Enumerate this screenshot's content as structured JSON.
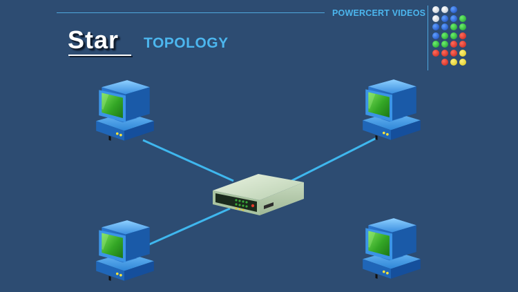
{
  "brand": {
    "label": "POWERCERT VIDEOS"
  },
  "title": {
    "word": "Star",
    "subtitle": "TOPOLOGY"
  },
  "colors": {
    "background": "#2d4c72",
    "accent": "#4cb6ee",
    "cable": "#3fb7ee",
    "computer_blue": "#2f86d8",
    "screen_green": "#3db52c",
    "hub_body": "#cfe0c7"
  },
  "dot_matrix": {
    "rows": [
      [
        "white",
        "white",
        "blue",
        "none"
      ],
      [
        "white",
        "blue",
        "blue",
        "green"
      ],
      [
        "blue",
        "blue",
        "green",
        "green"
      ],
      [
        "blue",
        "green",
        "green",
        "red"
      ],
      [
        "green",
        "green",
        "red",
        "red"
      ],
      [
        "red",
        "red",
        "red",
        "yellow"
      ],
      [
        "none",
        "red",
        "yellow",
        "yellow"
      ]
    ]
  },
  "diagram": {
    "hub": {
      "name": "hub-switch",
      "icon": "network-hub-icon"
    },
    "computers": [
      {
        "name": "computer-top-left",
        "icon": "desktop-computer-icon"
      },
      {
        "name": "computer-top-right",
        "icon": "desktop-computer-icon"
      },
      {
        "name": "computer-bottom-left",
        "icon": "desktop-computer-icon"
      },
      {
        "name": "computer-bottom-right",
        "icon": "desktop-computer-icon"
      }
    ],
    "links": [
      {
        "from": "hub-switch",
        "to": "computer-top-left"
      },
      {
        "from": "hub-switch",
        "to": "computer-top-right"
      },
      {
        "from": "hub-switch",
        "to": "computer-bottom-left"
      }
    ]
  }
}
